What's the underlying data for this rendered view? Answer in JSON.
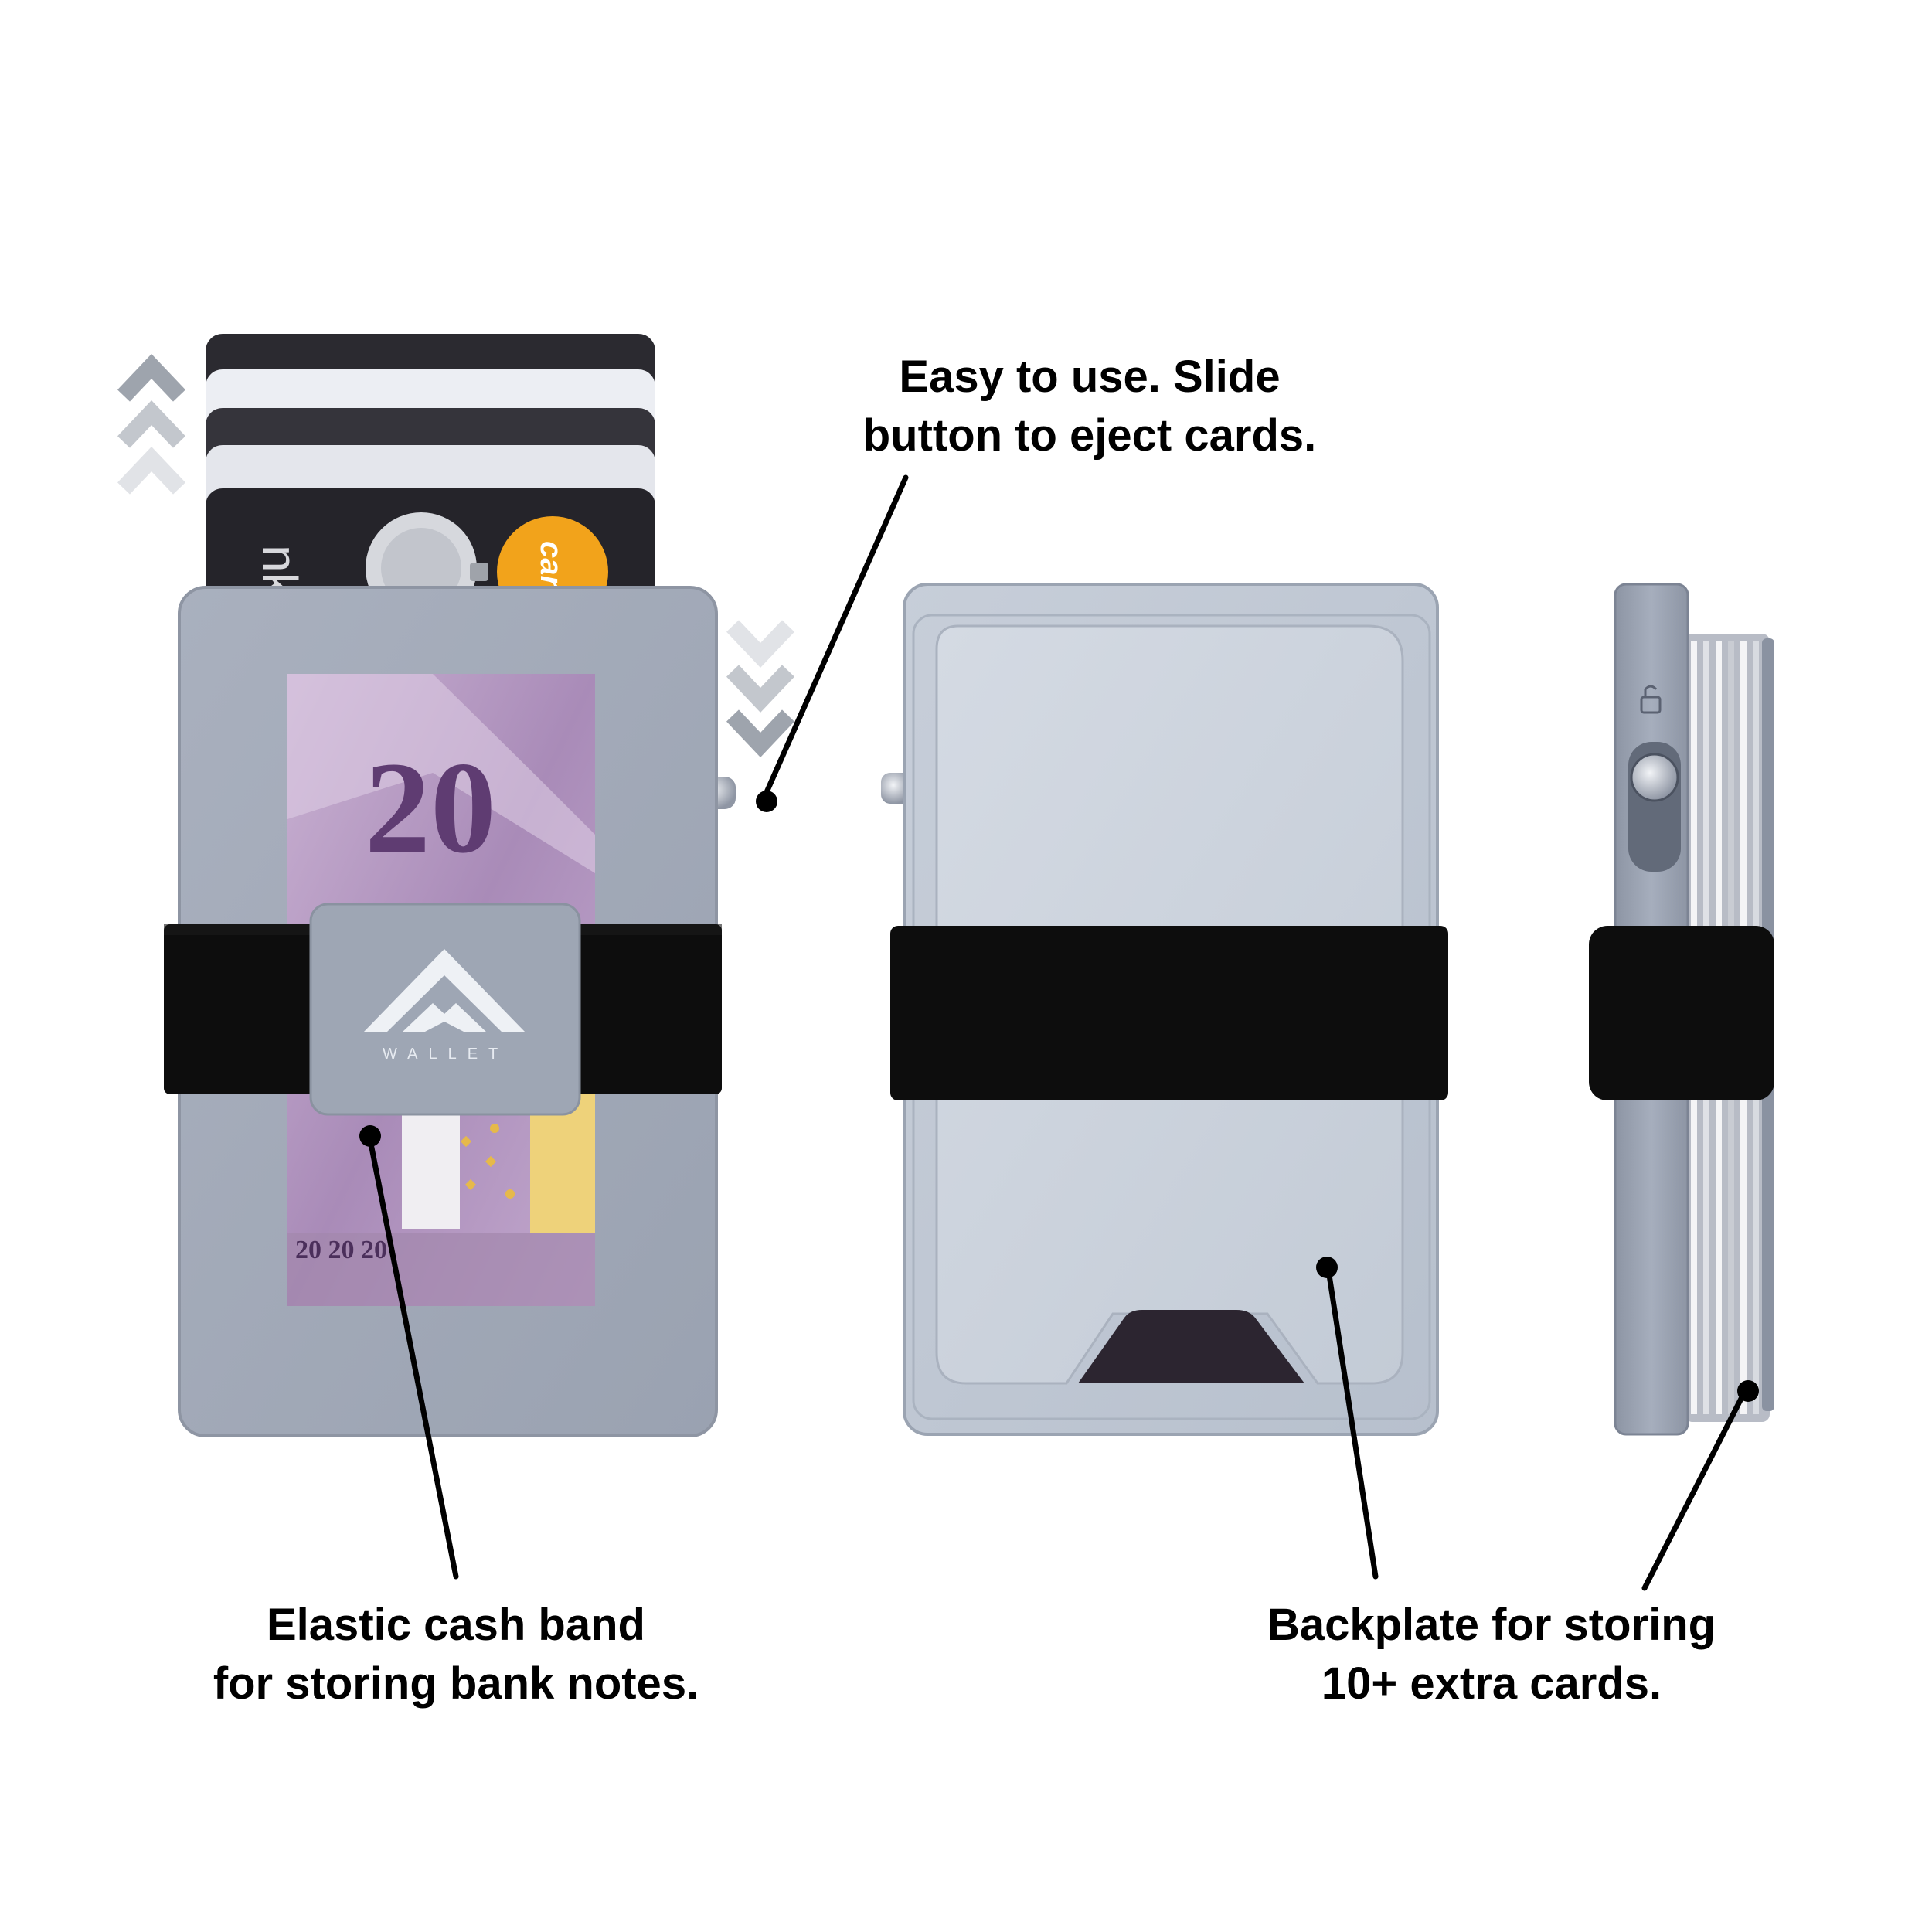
{
  "callouts": {
    "eject": {
      "line1": "Easy to use. Slide",
      "line2": "button to eject cards."
    },
    "band": {
      "line1": "Elastic cash band",
      "line2": "for storing bank notes."
    },
    "backplate": {
      "line1": "Backplate for storing",
      "line2": "10+ extra cards."
    }
  },
  "product": {
    "logo_text": "WALLET",
    "banknote_value": "20",
    "banknote_strip": "20 20 20",
    "card_bank_fragment": "nk",
    "card_brand_fragment": "card"
  },
  "icons": [
    "chevron-up-icon",
    "chevron-down-icon",
    "lock-icon",
    "mountain-logo-icon",
    "callout-dot-icon"
  ],
  "colors": {
    "wallet_body": "#a6adbc",
    "backplate": "#c9d1dc",
    "elastic": "#0d0d0d",
    "card_dark": "#2b2a30",
    "card_light": "#e8e9ef",
    "banknote": "#b79cc4",
    "mastercard_orange": "#f2a31b",
    "text": "#000000"
  }
}
